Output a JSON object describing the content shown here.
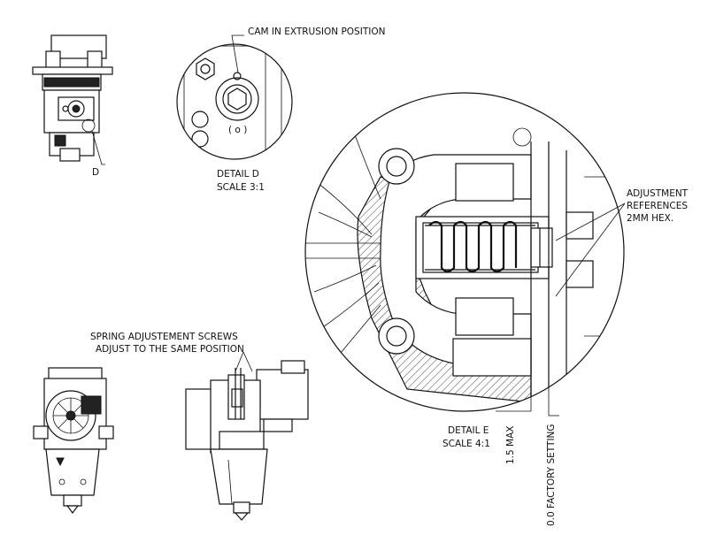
{
  "labels": {
    "cam_position": "CAM IN EXTRUSION POSITION",
    "detail_d_marker": "D",
    "detail_d_title": "DETAIL D",
    "detail_d_scale": "SCALE 3:1",
    "adjustment_line1": "ADJUSTMENT",
    "adjustment_line2": "REFERENCES",
    "adjustment_line3": "2MM HEX.",
    "spring_line1": "SPRING ADJUSTEMENT SCREWS",
    "spring_line2": "ADJUST TO THE SAME POSITION",
    "detail_e_title": "DETAIL E",
    "detail_e_scale": "SCALE 4:1",
    "max_dim": "1.5 MAX",
    "factory_setting": "0.0 FACTORY SETTING"
  }
}
